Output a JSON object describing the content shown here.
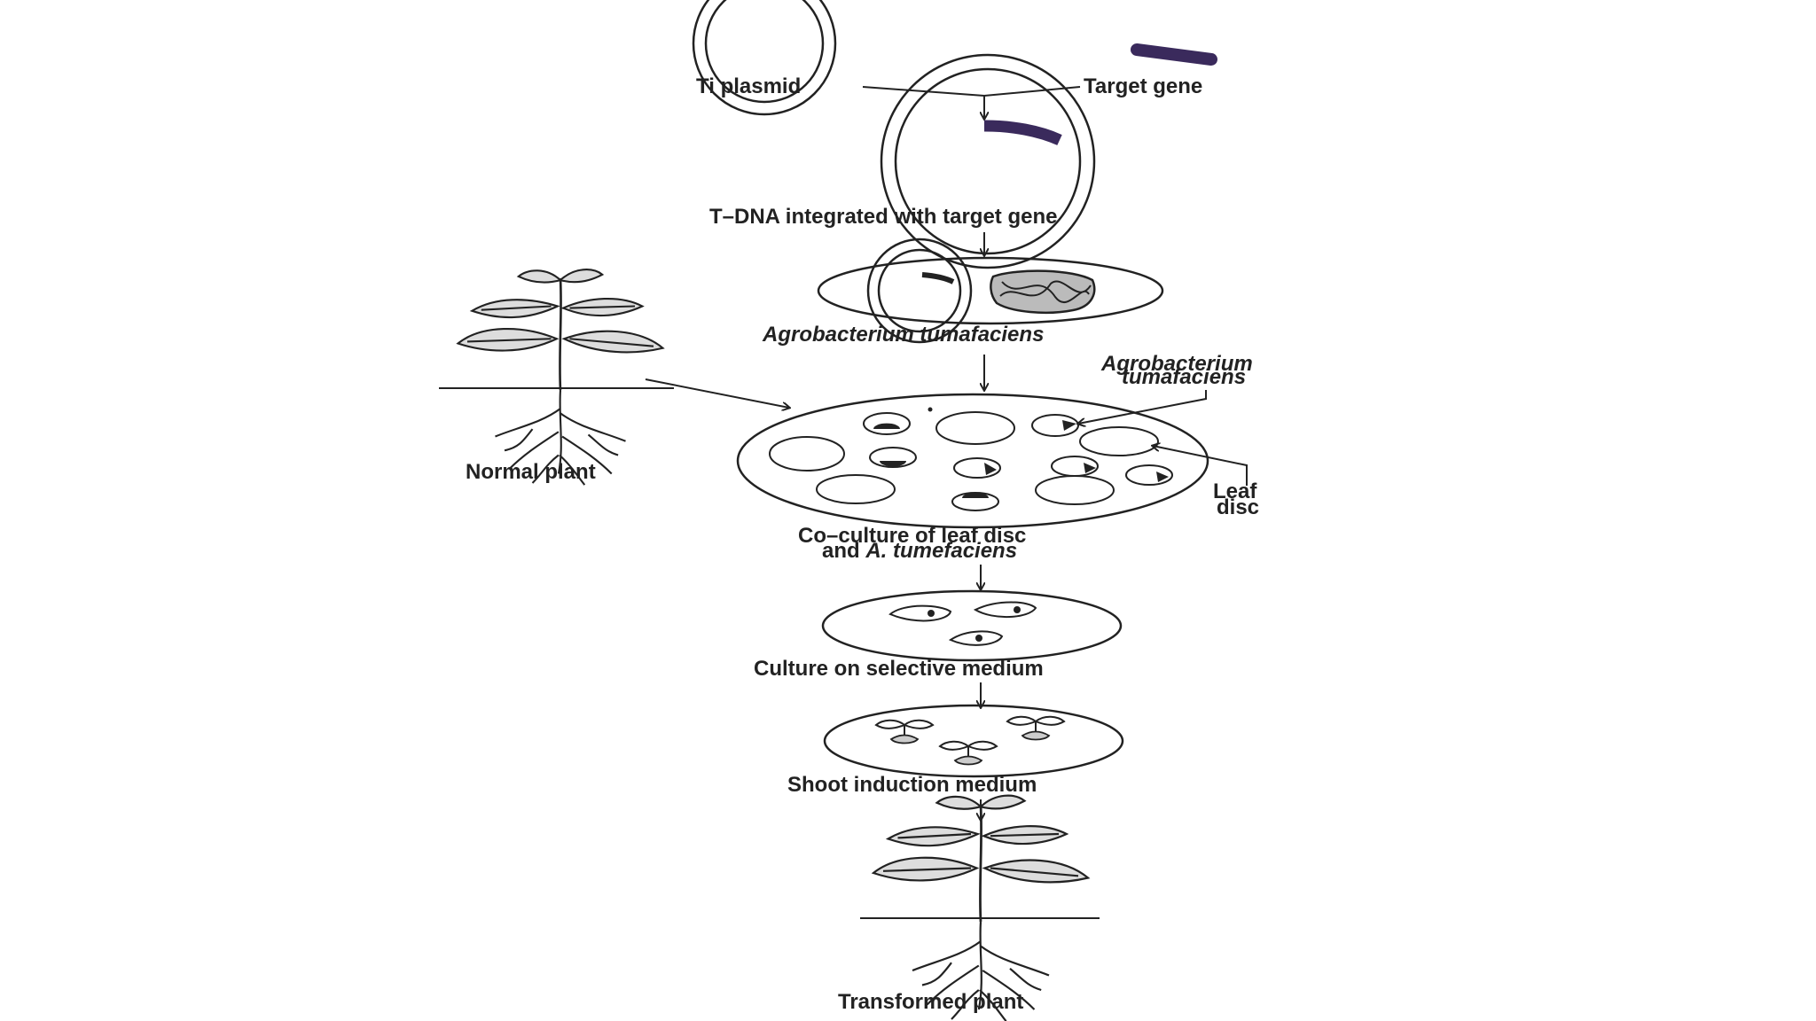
{
  "labels": {
    "ti_plasmid": "Ti plasmid",
    "target_gene": "Target gene",
    "tdna": "T–DNA integrated with target gene",
    "agrobacterium": "Agrobacterium tumafaciens",
    "agro_callout_1": "Agrobacterium",
    "agro_callout_2": "tumafaciens",
    "leaf_1": "Leaf",
    "leaf_2": "disc",
    "normal_plant": "Normal plant",
    "coculture_1": "Co–culture of leaf disc",
    "coculture_2_prefix": "and ",
    "coculture_2_italic": "A. tumefaciens",
    "selective": "Culture on selective medium",
    "shoot": "Shoot induction medium",
    "transformed": "Transformed plant"
  },
  "colors": {
    "ink": "#222222",
    "gene": "#3a2a5c"
  }
}
